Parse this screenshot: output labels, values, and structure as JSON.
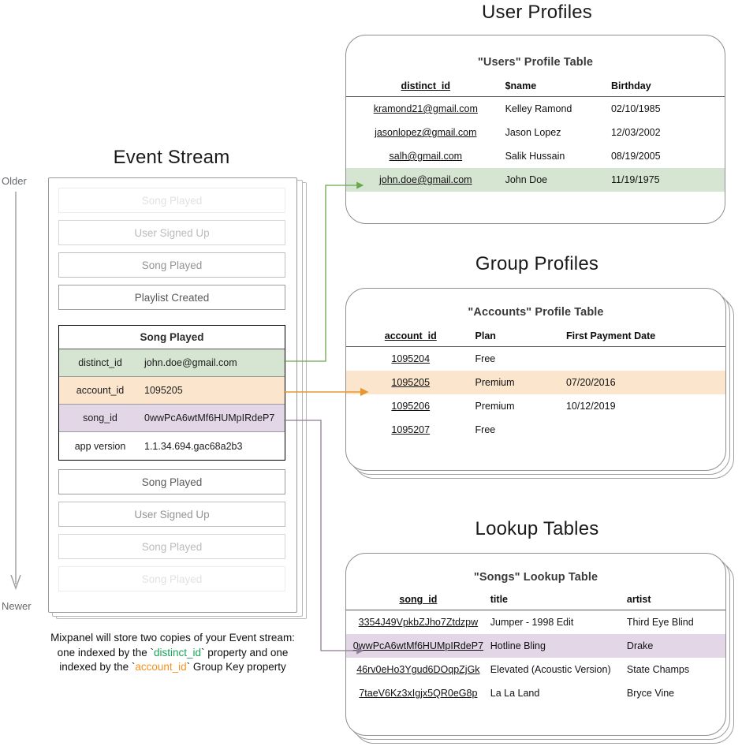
{
  "sections": {
    "event_stream_title": "Event Stream",
    "user_profiles_title": "User Profiles",
    "group_profiles_title": "Group Profiles",
    "lookup_tables_title": "Lookup Tables"
  },
  "timeline": {
    "older_label": "Older",
    "newer_label": "Newer"
  },
  "event_stream": {
    "events_above": [
      {
        "label": "Song Played"
      },
      {
        "label": "User Signed Up"
      },
      {
        "label": "Song Played"
      },
      {
        "label": "Playlist Created"
      }
    ],
    "events_below": [
      {
        "label": "Song Played"
      },
      {
        "label": "User Signed Up"
      },
      {
        "label": "Song Played"
      },
      {
        "label": "Song Played"
      }
    ],
    "expanded_event": {
      "name": "Song Played",
      "properties": [
        {
          "key": "distinct_id",
          "value": "john.doe@gmail.com"
        },
        {
          "key": "account_id",
          "value": "1095205"
        },
        {
          "key": "song_id",
          "value": "0wwPcA6wtMf6HUMpIRdeP7"
        },
        {
          "key": "app version",
          "value": "1.1.34.694.gac68a2b3"
        }
      ]
    },
    "caption": {
      "line1": "Mixpanel will store two copies of your Event stream:",
      "line2_pre": "one indexed by the `",
      "line2_token": "distinct_id",
      "line2_post": "` property and one",
      "line3_pre": "indexed by the `",
      "line3_token": "account_id",
      "line3_post": "` Group Key property"
    }
  },
  "users_table": {
    "title": "\"Users\" Profile Table",
    "headers": [
      "distinct_id",
      "$name",
      "Birthday"
    ],
    "rows": [
      {
        "cells": [
          "kramond21@gmail.com",
          "Kelley Ramond",
          "02/10/1985"
        ],
        "highlight": ""
      },
      {
        "cells": [
          "jasonlopez@gmail.com",
          "Jason Lopez",
          "12/03/2002"
        ],
        "highlight": ""
      },
      {
        "cells": [
          "salh@gmail.com",
          "Salik Hussain",
          "08/19/2005"
        ],
        "highlight": ""
      },
      {
        "cells": [
          "john.doe@gmail.com",
          "John Doe",
          "11/19/1975"
        ],
        "highlight": "hl-green"
      }
    ]
  },
  "accounts_table": {
    "title": "\"Accounts\" Profile Table",
    "headers": [
      "account_id",
      "Plan",
      "First Payment Date"
    ],
    "rows": [
      {
        "cells": [
          "1095204",
          "Free",
          ""
        ],
        "highlight": ""
      },
      {
        "cells": [
          "1095205",
          "Premium",
          "07/20/2016"
        ],
        "highlight": "hl-orange"
      },
      {
        "cells": [
          "1095206",
          "Premium",
          "10/12/2019"
        ],
        "highlight": ""
      },
      {
        "cells": [
          "1095207",
          "Free",
          ""
        ],
        "highlight": ""
      }
    ]
  },
  "songs_table": {
    "title": "\"Songs\" Lookup Table",
    "headers": [
      "song_id",
      "title",
      "artist"
    ],
    "rows": [
      {
        "cells": [
          "3354J49VpkbZJho7Ztdzpw",
          "Jumper - 1998 Edit",
          "Third Eye Blind"
        ],
        "highlight": ""
      },
      {
        "cells": [
          "0wwPcA6wtMf6HUMpIRdeP7",
          "Hotline Bling",
          "Drake"
        ],
        "highlight": "hl-purple"
      },
      {
        "cells": [
          "46rv0eHo3Ygud6DOqpZjGk",
          "Elevated (Acoustic Version)",
          "State Champs"
        ],
        "highlight": ""
      },
      {
        "cells": [
          "7taeV6Kz3xIgjx5QR0eG8p",
          "La La Land",
          "Bryce Vine"
        ],
        "highlight": ""
      }
    ]
  },
  "colors": {
    "green_highlight": "#d6e5d1",
    "orange_highlight": "#fce5cd",
    "purple_highlight": "#e3d7e7",
    "green_connector": "#6aa84f",
    "orange_connector": "#e8962f",
    "purple_connector": "#8e7b95",
    "border_gray": "#8e8e8e",
    "token_green": "#18a35a",
    "token_orange": "#f5911e"
  }
}
